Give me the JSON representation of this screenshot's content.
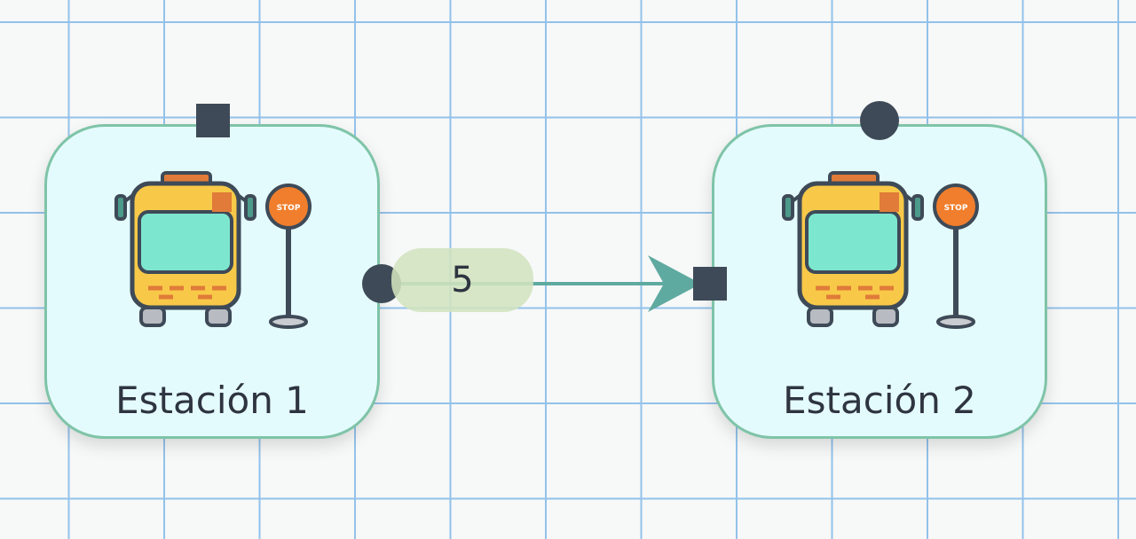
{
  "diagram": {
    "nodes": [
      {
        "id": "n1",
        "label": "Estación 1",
        "icon": "bus-stop-icon"
      },
      {
        "id": "n2",
        "label": "Estación 2",
        "icon": "bus-stop-icon"
      }
    ],
    "edges": [
      {
        "from": "n1",
        "to": "n2",
        "label": "5"
      }
    ]
  },
  "colors": {
    "grid_line": "#92c2ea",
    "canvas_bg": "#f7f8f8",
    "node_fill": "#e4fbfd",
    "node_border": "#7fc4a8",
    "port": "#3e4a57",
    "edge": "#5faaa0",
    "edge_label_bg": "#d2e2be"
  }
}
